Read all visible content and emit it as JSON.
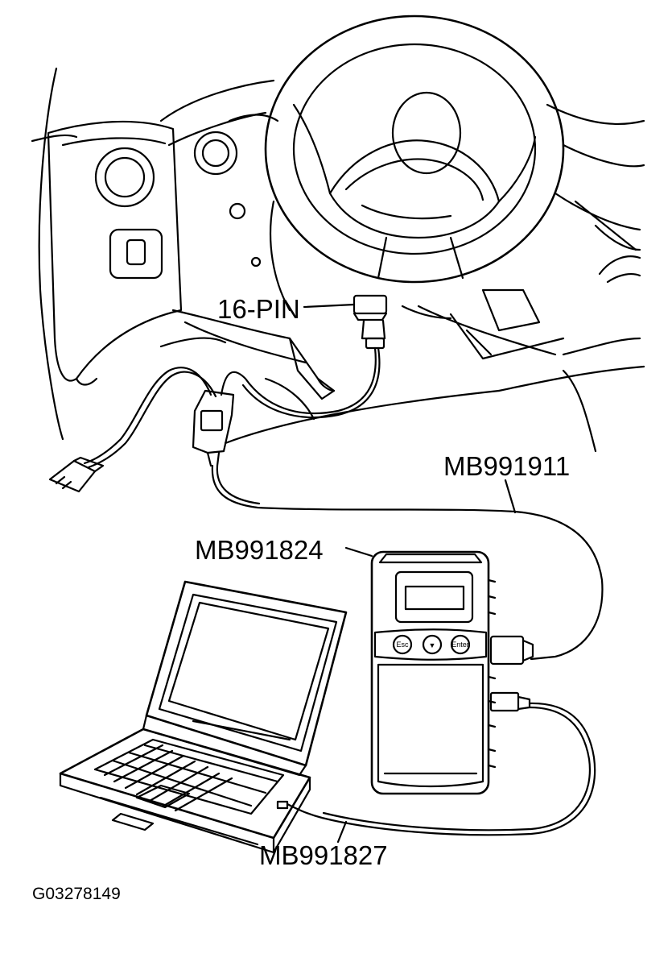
{
  "labels": {
    "connector_16pin": "16-PIN",
    "cable_mb991911": "MB991911",
    "interface_mb991824": "MB991824",
    "cable_mb991827": "MB991827",
    "figure_id": "G03278149"
  },
  "device_buttons": {
    "esc": "Esc",
    "arrow": "▼",
    "enter": "Enter"
  },
  "colors": {
    "line": "#000000",
    "background": "#ffffff"
  }
}
